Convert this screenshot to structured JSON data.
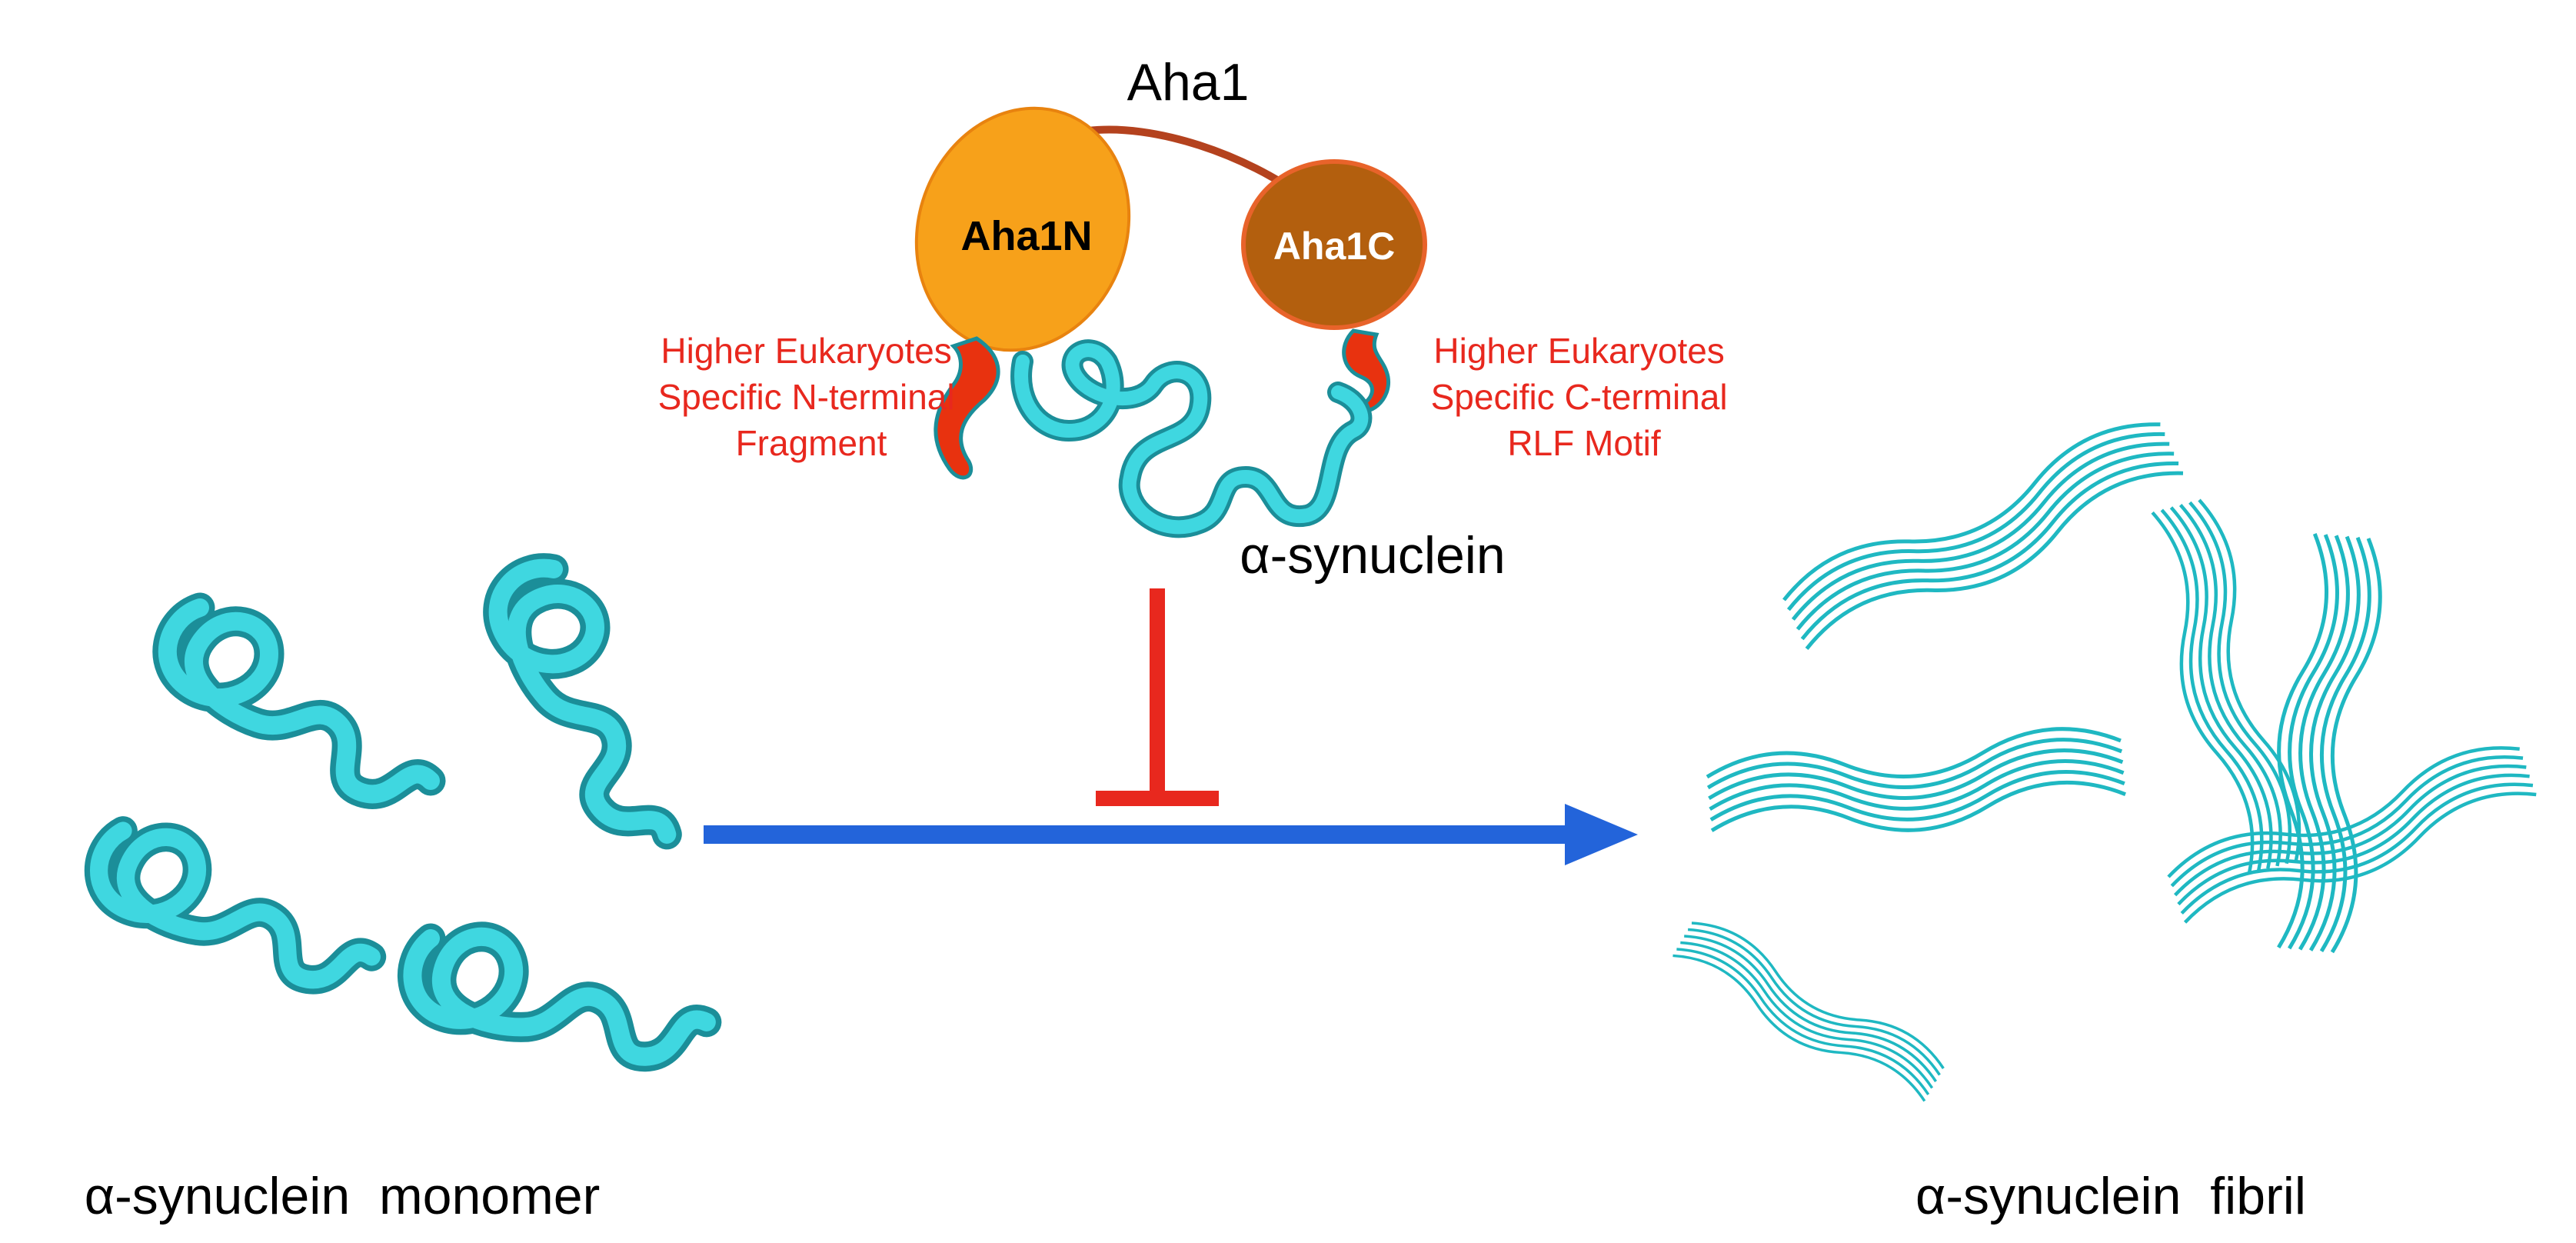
{
  "diagram": {
    "aha1_label": "Aha1",
    "aha1n_label": "Aha1N",
    "aha1c_label": "Aha1C",
    "n_fragment_lines": [
      "Higher Eukaryotes",
      "Specific N-terminal",
      "Fragment"
    ],
    "c_motif_lines": [
      "Higher Eukaryotes",
      "Specific C-terminal",
      "RLF Motif"
    ],
    "synuclein_label": "α-synuclein",
    "monomer_label": "α-synuclein  monomer",
    "fibril_label": "α-synuclein  fibril"
  },
  "colors": {
    "aha1n_fill": "#F7A11A",
    "aha1c_fill": "#B35F0E",
    "aha1c_stroke": "#E8632A",
    "linker": "#B4421E",
    "red_text": "#E8281E",
    "red_fragment": "#E8320F",
    "inhibition": "#E8281E",
    "arrow_blue": "#2364DA",
    "protein_cyan": "#3FD7E0",
    "protein_cyan_dark": "#1B8E99",
    "fibril_cyan": "#1FB8C2"
  }
}
